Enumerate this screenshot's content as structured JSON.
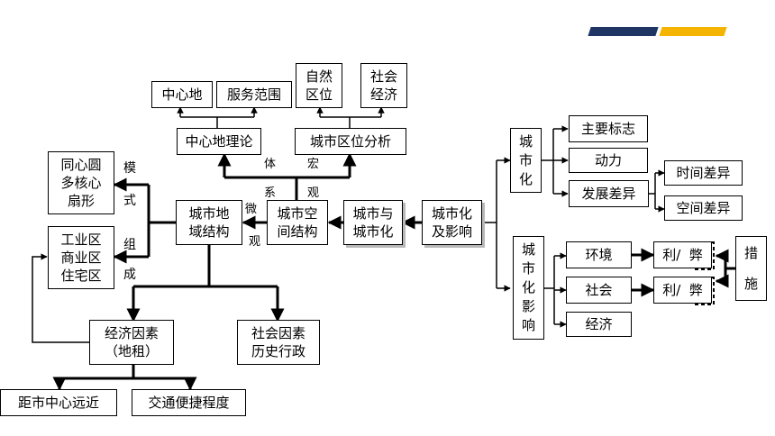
{
  "brand": {
    "stripe_colors": [
      "#1f3564",
      "#f4b400"
    ]
  },
  "boxes": {
    "center_place": "中心地",
    "service_range": "服务范围",
    "natural_location": "自然\n区位",
    "socio_economic_location": "社会\n经济",
    "central_place_theory": "中心地理论",
    "urban_location_analysis": "城市区位分析",
    "concentric_circle": "同心圆\n多核心\n扇形",
    "functional_zones": "工业区\n商业区\n住宅区",
    "urban_regional_structure": "城市地\n域结构",
    "urban_spatial_structure": "城市空\n间结构",
    "city_and_urbanization": "城市与\n城市化",
    "urbanization_impact": "城市化\n及影响",
    "economic_factors": "经济因素\n（地租）",
    "social_factors": "社会因素\n历史行政",
    "distance_to_center": "距市中心远近",
    "traffic_convenience": "交通便捷程度",
    "urbanization": "城\n市\n化",
    "main_signs": "主要标志",
    "driving_force": "动力",
    "development_differences": "发展差异",
    "time_difference": "时间差异",
    "space_difference": "空间差异",
    "urbanization_effects": "城\n市\n化\n影\n响",
    "environment": "环境",
    "society": "社会",
    "economy": "经济",
    "pros_cons_env": "利/  弊",
    "pros_cons_soc": "利/  弊",
    "measures": "措\n\n施"
  },
  "labels": {
    "ti": "体",
    "hong": "宏",
    "xi": "系",
    "guan1": "观",
    "wei": "微",
    "guan2": "观",
    "mo": "模",
    "shi": "式",
    "zu": "组",
    "cheng": "成"
  }
}
